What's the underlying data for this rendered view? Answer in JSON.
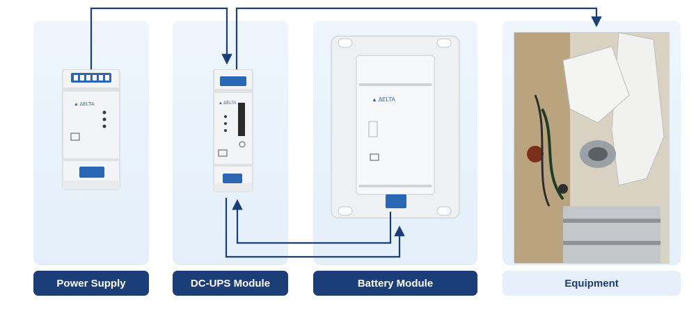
{
  "labels": {
    "power_supply": "Power Supply",
    "dc_ups": "DC-UPS Module",
    "battery": "Battery Module",
    "equipment": "Equipment"
  },
  "colors": {
    "wire": "#1b3d78",
    "label_dark": "#1b3d78",
    "panel": "#e8f1fa"
  },
  "icons": [
    "power-supply-device",
    "dc-ups-device",
    "battery-device",
    "robot-arm-photo"
  ]
}
